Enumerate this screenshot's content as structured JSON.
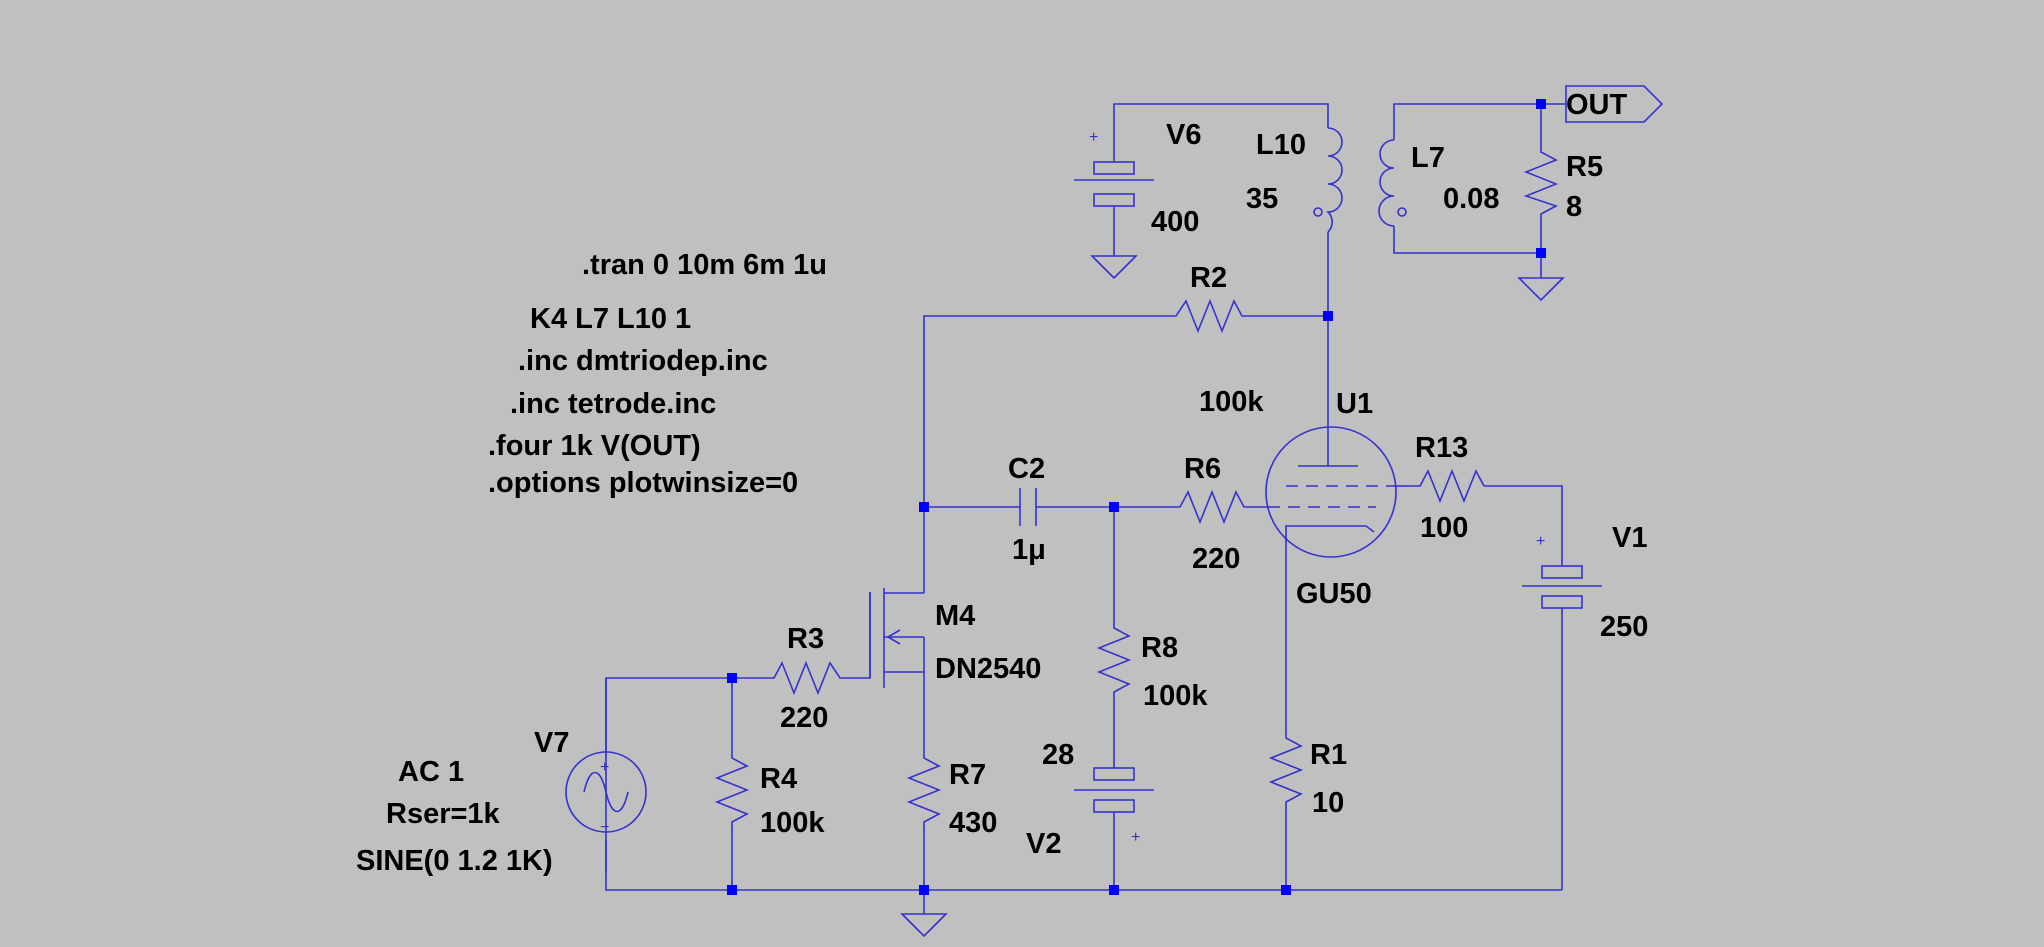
{
  "colors": {
    "background": "#c0c0c0",
    "wire": "#3333cc",
    "junction": "#0000ff",
    "text": "#000000"
  },
  "directives": [
    ".tran 0 10m 6m 1u",
    "K4 L7 L10 1",
    ".inc dmtriodep.inc",
    ".inc tetrode.inc",
    ".four 1k V(OUT)",
    ".options plotwinsize=0"
  ],
  "net_label": "OUT",
  "components": {
    "V6": {
      "name": "V6",
      "value": "400"
    },
    "L10": {
      "name": "L10",
      "value": "35"
    },
    "L7": {
      "name": "L7",
      "value": "0.08"
    },
    "R5": {
      "name": "R5",
      "value": "8"
    },
    "R2": {
      "name": "R2",
      "value": "100k"
    },
    "U1": {
      "name": "U1",
      "value": "GU50"
    },
    "R13": {
      "name": "R13",
      "value": "100"
    },
    "V1": {
      "name": "V1",
      "value": "250"
    },
    "C2": {
      "name": "C2",
      "value": "1μ"
    },
    "R6": {
      "name": "R6",
      "value": "220"
    },
    "R8": {
      "name": "R8",
      "value": "100k"
    },
    "V2": {
      "name": "V2",
      "value": "28"
    },
    "R1": {
      "name": "R1",
      "value": "10"
    },
    "M4": {
      "name": "M4",
      "value": "DN2540"
    },
    "R3": {
      "name": "R3",
      "value": "220"
    },
    "R4": {
      "name": "R4",
      "value": "100k"
    },
    "R7": {
      "name": "R7",
      "value": "430"
    },
    "V7": {
      "name": "V7",
      "ac": "AC 1",
      "rser": "Rser=1k",
      "sine": "SINE(0 1.2 1K)"
    }
  },
  "polarity": {
    "plus": "+",
    "minus": "−"
  }
}
